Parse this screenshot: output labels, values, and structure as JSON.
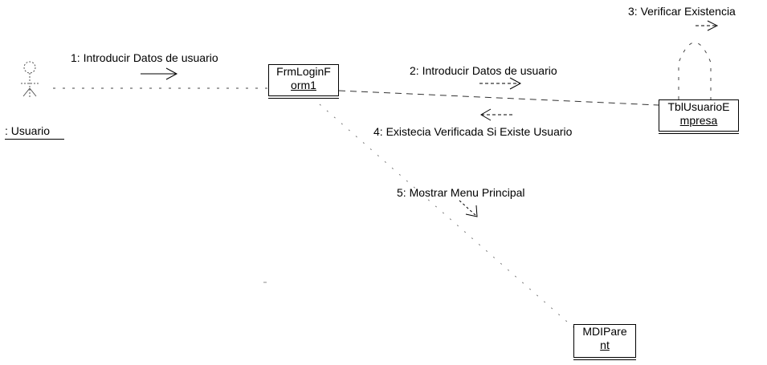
{
  "actor": {
    "name": ": Usuario"
  },
  "objects": {
    "login": {
      "line1": "FrmLoginF",
      "line2": "orm1"
    },
    "tabla": {
      "line1": "TblUsuarioE",
      "line2": "mpresa"
    },
    "mdi": {
      "line1": "MDIPare",
      "line2": "nt"
    }
  },
  "messages": {
    "m1": "1: Introducir Datos de usuario",
    "m2": "2: Introducir Datos de usuario",
    "m3": "3: Verificar Existencia",
    "m4": "4: Existecia Verificada Si Existe Usuario",
    "m5": "5: Mostrar Menu Principal"
  }
}
